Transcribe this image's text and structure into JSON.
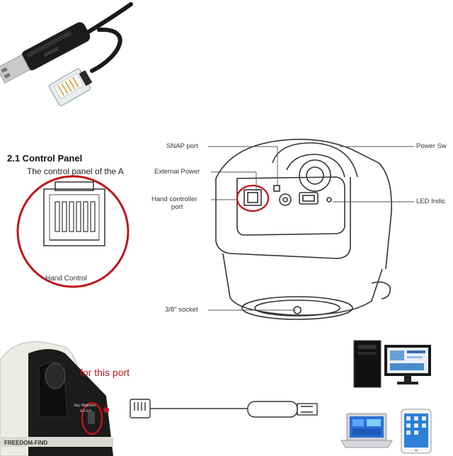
{
  "control_panel": {
    "heading": "2.1  Control Panel",
    "text": "The control panel of the A",
    "circle_label": "Hand Control"
  },
  "mount_diagram": {
    "callouts": {
      "snap_port": "SNAP port",
      "external_power": "External Power",
      "hand_controller_port_line1": "Hand controller",
      "hand_controller_port_line2": "port",
      "socket": "3/8\" socket",
      "power_switch": "Power Sw",
      "led_indicator": "LED Indic"
    }
  },
  "photo": {
    "port_label": "for this port",
    "brand_text": "Sky-Watcher",
    "model_text": "AZ-GTi",
    "bottom_text": "FREEDOM-FIND"
  },
  "colors": {
    "highlight_red": "#c0141b",
    "cable_black": "#1a1a1a",
    "line_gray": "#555555"
  },
  "icons": [
    "usb-cable-icon",
    "rj-connector-icon",
    "desktop-computer-icon",
    "laptop-icon",
    "tablet-icon"
  ]
}
